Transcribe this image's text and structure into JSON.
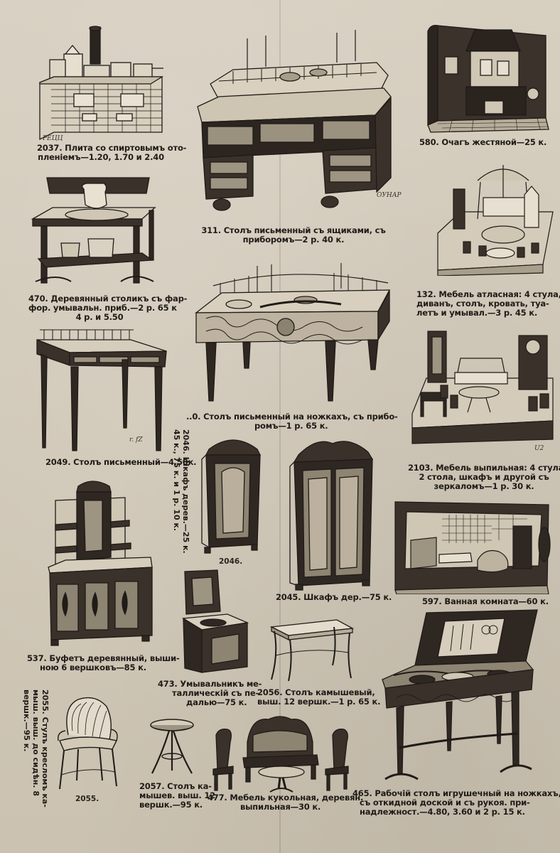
{
  "page": {
    "background": "#cfc6b6",
    "ink": "#1f1b17"
  },
  "items": {
    "stove": {
      "lines": [
        "2037. Плита со спиртовымъ ото-",
        "пленіемъ—1.20, 1.70 и 2.40"
      ],
      "sig": "РЕЦЦ"
    },
    "desk_drawers": {
      "lines": [
        "311. Столъ письменный съ ящиками, съ",
        "приборомъ—2 р. 40 к."
      ],
      "sig": "ОУНАР"
    },
    "hearth": {
      "lines": [
        "580. Очагъ жестяной—25 к."
      ]
    },
    "washstand": {
      "lines": [
        "470. Деревянный столикъ съ фар-",
        "фор. умывальн. приб.—2 р. 65 к",
        "4 р. и 5.50"
      ]
    },
    "satin_set": {
      "lines": [
        "132. Мебель атласная: 4 стула,",
        "диванъ, столъ, кровать, туа-",
        "летъ и умывал.—3 р. 45 к."
      ]
    },
    "desk_legs": {
      "lines": [
        "..0. Столъ письменный на ножкахъ, съ прибо-",
        "ромъ—1 р. 65 к."
      ]
    },
    "desk_simple": {
      "lines": [
        "2049. Столъ письменный—4.50к."
      ],
      "sig": "r. fZ"
    },
    "carved_set": {
      "lines": [
        "2103. Мебель выпильная: 4 стула,",
        "2 стола, шкафъ и другой съ",
        "зеркаломъ—1 р. 30 к."
      ],
      "sig": "U2"
    },
    "wardrobe_vert": {
      "lines": [
        "2046. Шкафъ дерев.—25 к.",
        "45 к., 75 к. и 1 р. 10 к."
      ]
    },
    "wardrobe_small": {
      "num": "2046."
    },
    "wardrobe_big": {
      "lines": [
        "2045. Шкафъ дер.—75 к."
      ]
    },
    "bathroom": {
      "lines": [
        "597. Ванная комната—60 к."
      ]
    },
    "buffet": {
      "lines": [
        "537. Буфетъ деревянный, выши-",
        "ною 6 вершковъ—85 к."
      ]
    },
    "washbasin": {
      "lines": [
        "473. Умывальникъ ме-",
        "таллическій съ пе-",
        "далью—75 к."
      ]
    },
    "cane_table": {
      "lines": [
        "2056. Столъ камышевый,",
        "выш. 12 вершк.—1 р. 65 к."
      ]
    },
    "chair_vert": {
      "lines": [
        "2055. Стулъ кресломъ ка-",
        "мыш. выш. до сидѣн. 8",
        "вершк.—95 к."
      ]
    },
    "chair_num": {
      "num": "2055."
    },
    "small_table": {
      "lines": [
        "2057. Столъ ка-",
        "мышев. выш. 12",
        "вершк.—95 к."
      ]
    },
    "doll_set": {
      "lines": [
        "477. Мебель кукольная, деревян.",
        "выпильная—30 к."
      ]
    },
    "work_table": {
      "lines": [
        "465. Рабочій столъ игрушечный на ножкахъ,",
        "съ откидной доской и съ рукоя. при-",
        "надлежност.—4.80, 3.60 и 2 р. 15 к."
      ]
    }
  }
}
